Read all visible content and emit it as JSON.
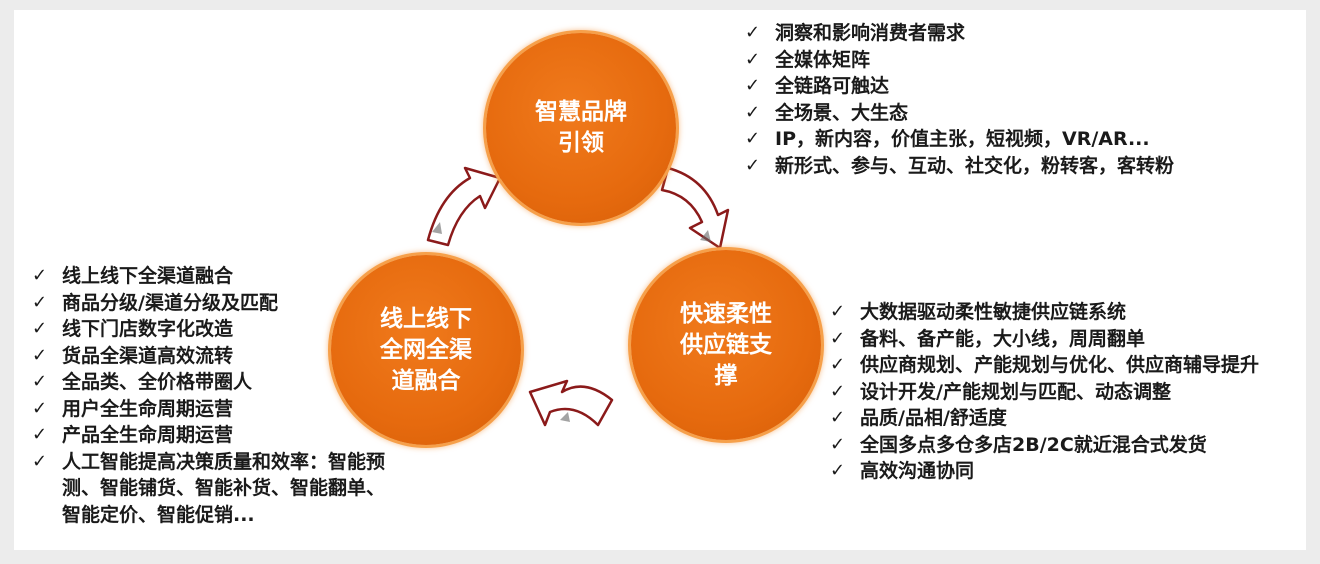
{
  "circles": {
    "brand": "智慧品牌\n引领",
    "channel": "线上线下\n全网全渠\n道融合",
    "supply": "快速柔性\n供应链支\n撑"
  },
  "check_icon": "✓",
  "lists": {
    "brand": [
      "洞察和影响消费者需求",
      "全媒体矩阵",
      "全链路可触达",
      "全场景、大生态",
      "IP，新内容，价值主张，短视频，VR/AR...",
      "新形式、参与、互动、社交化，粉转客，客转粉"
    ],
    "channel": [
      "线上线下全渠道融合",
      "商品分级/渠道分级及匹配",
      "线下门店数字化改造",
      "货品全渠道高效流转",
      "全品类、全价格带圈人",
      "用户全生命周期运营",
      "产品全生命周期运营",
      "人工智能提高决策质量和效率：智能预测、智能铺货、智能补货、智能翻单、智能定价、智能促销..."
    ],
    "supply": [
      "大数据驱动柔性敏捷供应链系统",
      "备料、备产能，大小线，周周翻单",
      "供应商规划、产能规划与优化、供应商辅导提升",
      "设计开发/产能规划与匹配、动态调整",
      "品质/品相/舒适度",
      "全国多点多仓多店2B/2C就近混合式发货",
      "高效沟通协同"
    ]
  },
  "colors": {
    "circle": "#e66a0e",
    "arrow_stroke": "#8b1a1a",
    "text": "#1a1a1a"
  }
}
